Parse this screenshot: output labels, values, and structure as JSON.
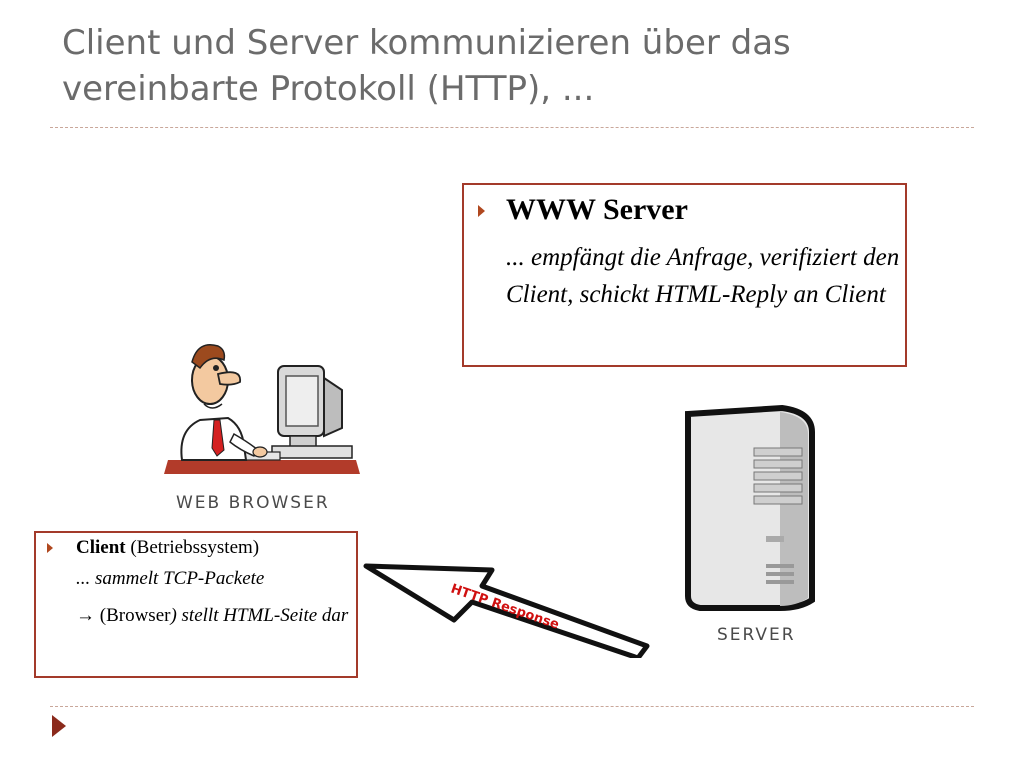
{
  "slide": {
    "title": "Client und Server kommunizieren über das vereinbarte Protokoll (HTTP), ..."
  },
  "server_box": {
    "heading": "WWW Server",
    "body": "... empfängt die Anfrage, verifiziert den Client, schickt HTML-Reply an Client"
  },
  "client_box": {
    "heading_bold": "Client",
    "heading_rest": " (Betriebssystem)",
    "line2": "... sammelt TCP-Packete",
    "arrow_glyph": "→",
    "line3_prefix": " (Browser",
    "line3_italic": ") stellt HTML-Seite dar"
  },
  "illustration": {
    "browser_caption": "WEB BROWSER",
    "server_caption": "SERVER",
    "arrow_label": "HTTP Response"
  },
  "colors": {
    "accent": "#a33a2a",
    "bullet": "#b0481f",
    "title": "#6b6b6b",
    "arrow_text": "#d01010"
  }
}
